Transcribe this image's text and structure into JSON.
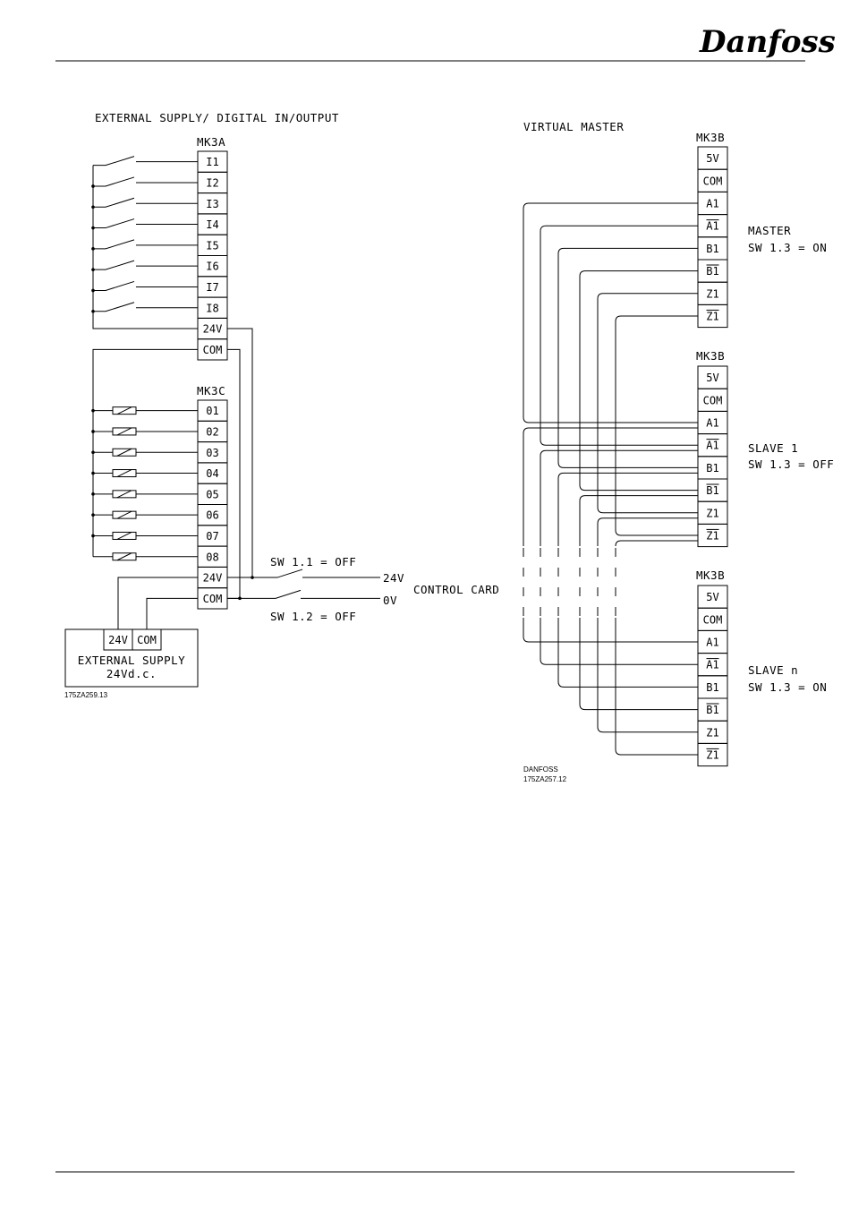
{
  "brand": {
    "logo_text": "Danfoss"
  },
  "left": {
    "title": "EXTERNAL SUPPLY/ DIGITAL IN/OUTPUT",
    "mk3a": {
      "label": "MK3A",
      "terminals": [
        "I1",
        "I2",
        "I3",
        "I4",
        "I5",
        "I6",
        "I7",
        "I8",
        "24V",
        "COM"
      ]
    },
    "mk3c": {
      "label": "MK3C",
      "terminals": [
        "01",
        "02",
        "03",
        "04",
        "05",
        "06",
        "07",
        "08",
        "24V",
        "COM"
      ]
    },
    "sw11": "SW  1.1  =  OFF",
    "sw12": "SW  1.2  =  OFF",
    "v24": "24V",
    "v0": "0V",
    "control_card": "CONTROL  CARD",
    "external_supply": {
      "t24": "24V",
      "com": "COM",
      "line1": "EXTERNAL  SUPPLY",
      "line2": "24Vd.c."
    },
    "code": "175ZA259.13"
  },
  "right": {
    "title": "VIRTUAL  MASTER",
    "blocks": [
      {
        "label": "MK3B",
        "role": "MASTER",
        "sw": "SW  1.3  =  ON"
      },
      {
        "label": "MK3B",
        "role": "SLAVE  1",
        "sw": "SW  1.3  =  OFF"
      },
      {
        "label": "MK3B",
        "role": "SLAVE  n",
        "sw": "SW  1.3  =  ON"
      }
    ],
    "terminals": [
      "5V",
      "COM",
      "A1",
      "A1",
      "B1",
      "B1",
      "Z1",
      "Z1"
    ],
    "overlined": [
      false,
      false,
      false,
      true,
      false,
      true,
      false,
      true
    ],
    "footer_line1": "DANFOSS",
    "footer_line2": "175ZA257.12"
  }
}
